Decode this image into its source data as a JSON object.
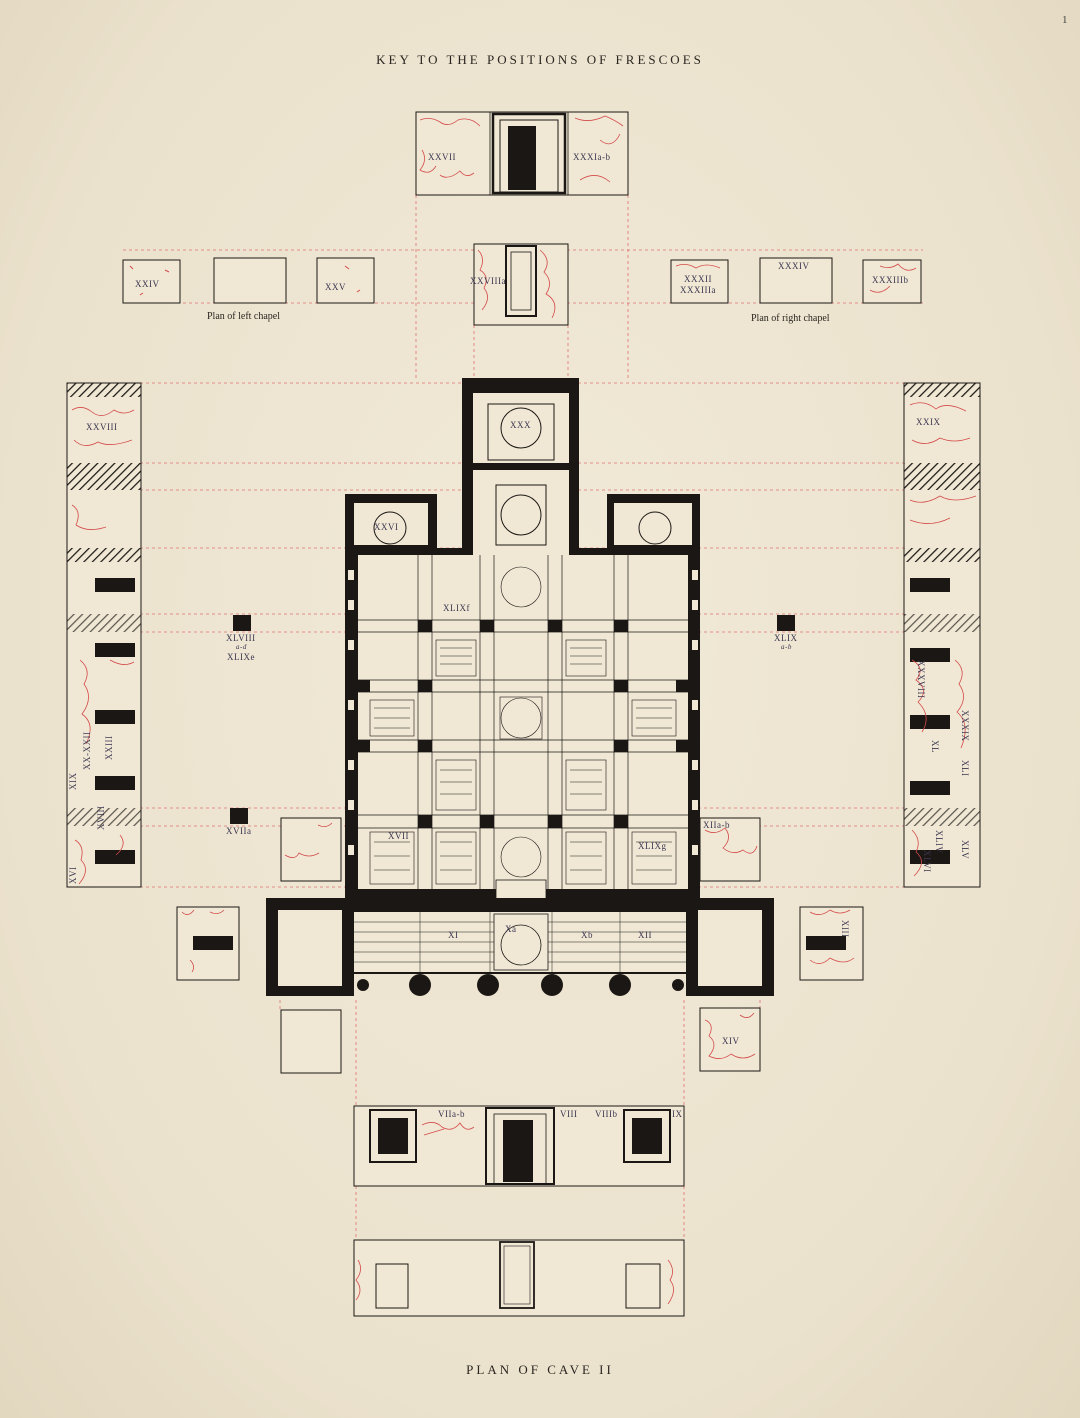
{
  "page_number": "1",
  "title": "KEY TO THE POSITIONS OF FRESCOES",
  "footer": "PLAN OF CAVE II",
  "captions": {
    "left_chapel": "Plan of left chapel",
    "right_chapel": "Plan of right chapel"
  },
  "labels": {
    "xxvii": "XXVII",
    "xxxi": "XXXIa-b",
    "xxiv": "XXIV",
    "xxv": "XXV",
    "xxviii_a": "XXVIIIa",
    "xxxii": "XXXII",
    "xxxiii": "XXXIIIa",
    "xxxiv": "XXXIV",
    "xxxiii_b": "XXXIIIb",
    "xxviii": "XXVIII",
    "xxix": "XXIX",
    "xxx": "XXX",
    "xxvi": "XXVI",
    "xlix_f": "XLIXf",
    "xlviii": "XLVIII",
    "xlviii_sub": "a-d",
    "xlix_e": "XLIXe",
    "xlix": "XLIX",
    "xlix_sub": "a-b",
    "xviia": "XVIIa",
    "xiia": "XIIa-b",
    "xv": "XVII",
    "xlix_g": "XLIXg",
    "xa": "Xa",
    "xb": "Xb",
    "xi": "XI",
    "xii": "XII",
    "xiii": "XIII",
    "xiv": "XIV",
    "viia": "VIIa-b",
    "viii": "VIII",
    "viiib": "VIIIb",
    "ix": "IX",
    "xix": "XIX",
    "xx": "XX-XXII",
    "xxiii": "XXIII",
    "xviii": "XVIII",
    "xvi": "XVI",
    "xliv": "XLIV",
    "xlv": "XLV",
    "xli": "XLI",
    "xl": "XL",
    "xxxix": "XXXIX",
    "xxxviii": "XXXVIII",
    "xlvi": "XLVI"
  },
  "colors": {
    "ink": "#1b1714",
    "fresco": "#d44a4a",
    "guide": "#e07070",
    "paper": "#ede5d2"
  }
}
